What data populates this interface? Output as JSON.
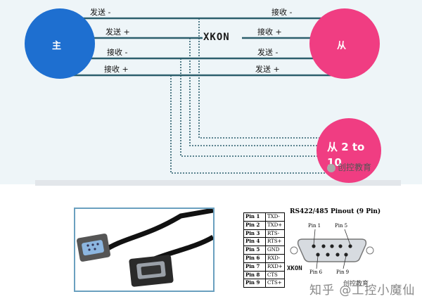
{
  "diagram": {
    "master_label": "主",
    "slave_label": "从",
    "slave2_label": "从 2 to 10",
    "brand_top": "XKON",
    "lines": {
      "tx_minus_left": "发送 -",
      "tx_plus_left": "发送 +",
      "rx_minus_left": "接收 -",
      "rx_plus_left": "接收 +",
      "rx_minus_right": "接收 -",
      "rx_plus_right": "接收 +",
      "tx_minus_right": "发送 -",
      "tx_plus_right": "发送 +"
    },
    "watermark": "创控教育"
  },
  "pinout": {
    "title": "RS422/485 Pinout (9 Pin)",
    "rows": [
      {
        "pin": "Pin 1",
        "signal": "TXD-"
      },
      {
        "pin": "Pin 2",
        "signal": "TXD+"
      },
      {
        "pin": "Pin 3",
        "signal": "RTS-"
      },
      {
        "pin": "Pin 4",
        "signal": "RTS+"
      },
      {
        "pin": "Pin 5",
        "signal": "GND"
      },
      {
        "pin": "Pin 6",
        "signal": "RXD-"
      },
      {
        "pin": "Pin 7",
        "signal": "RXD+"
      },
      {
        "pin": "Pin 8",
        "signal": "CTS"
      },
      {
        "pin": "Pin 9",
        "signal": "CTS+"
      }
    ],
    "connector_labels": {
      "pin1": "Pin 1",
      "pin5": "Pin 5",
      "pin6": "Pin 6",
      "pin9": "Pin 9"
    },
    "brand": "XKON",
    "watermark": "创控教育"
  },
  "footer_watermark": "知乎 @工控小魔仙",
  "colors": {
    "master": "#1e6fd0",
    "slave": "#f03d82",
    "line": "#2c5f6d",
    "background": "#eef5f8"
  }
}
